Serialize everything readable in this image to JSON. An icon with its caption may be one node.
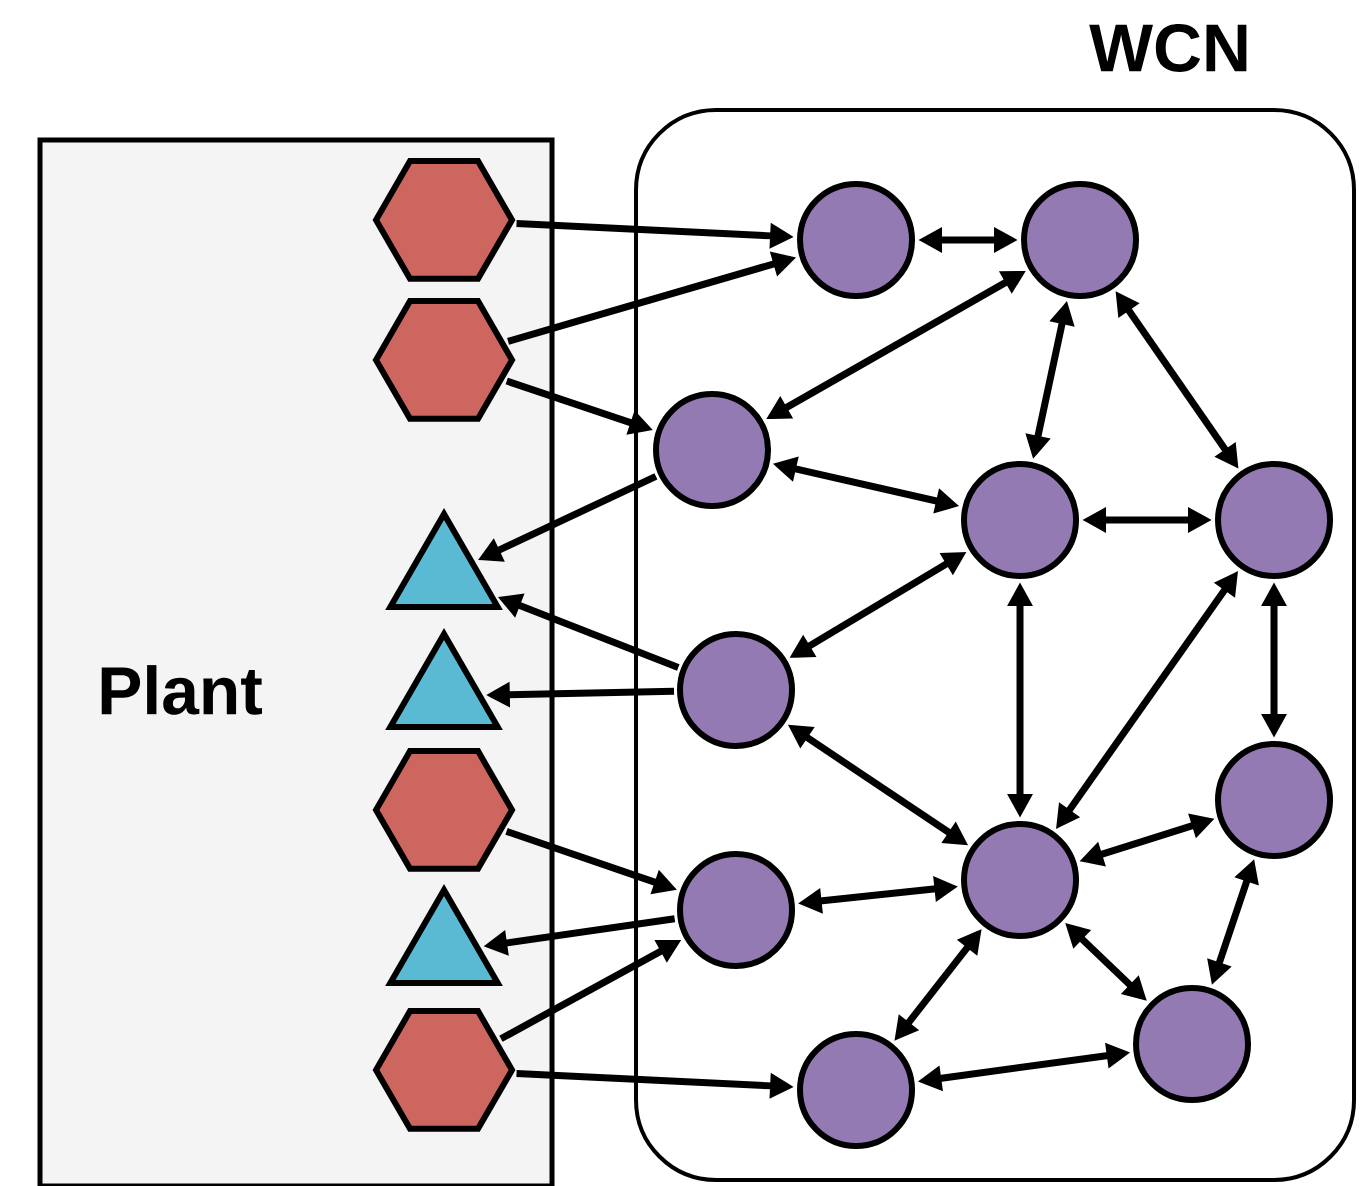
{
  "diagram": {
    "nodes": [
      {
        "text": [
          "Plant"
        ]
      },
      {
        "text": [
          "WCN"
        ]
      },
      {
        "text": [],
        "shape": "hexagon",
        "in": 0
      },
      {
        "text": [],
        "shape": "hexagon",
        "in": 0
      },
      {
        "text": [],
        "shape": "triangle",
        "in": 0
      },
      {
        "text": [],
        "shape": "triangle",
        "in": 0
      },
      {
        "text": [],
        "shape": "hexagon",
        "in": 0
      },
      {
        "text": [],
        "shape": "triangle",
        "in": 0
      },
      {
        "text": [],
        "shape": "hexagon",
        "in": 0
      },
      {
        "text": [],
        "shape": "circle",
        "in": 1
      },
      {
        "text": [],
        "shape": "circle",
        "in": 1
      },
      {
        "text": [],
        "shape": "circle",
        "in": 1
      },
      {
        "text": [],
        "shape": "circle",
        "in": 1
      },
      {
        "text": [],
        "shape": "circle",
        "in": 1
      },
      {
        "text": [],
        "shape": "circle",
        "in": 1
      },
      {
        "text": [],
        "shape": "circle",
        "in": 1
      },
      {
        "text": [],
        "shape": "circle",
        "in": 1
      },
      {
        "text": [],
        "shape": "circle",
        "in": 1
      },
      {
        "text": [],
        "shape": "circle",
        "in": 1
      },
      {
        "text": [],
        "shape": "circle",
        "in": 1
      }
    ],
    "edges": [
      {
        "from": 2,
        "to": 9,
        "arrow": "to"
      },
      {
        "from": 3,
        "to": 9,
        "arrow": "to"
      },
      {
        "from": 3,
        "to": 11,
        "arrow": "to"
      },
      {
        "from": 11,
        "to": 4,
        "arrow": "to"
      },
      {
        "from": 14,
        "to": 4,
        "arrow": "to"
      },
      {
        "from": 14,
        "to": 5,
        "arrow": "to"
      },
      {
        "from": 6,
        "to": 17,
        "arrow": "to"
      },
      {
        "from": 17,
        "to": 7,
        "arrow": "to"
      },
      {
        "from": 8,
        "to": 17,
        "arrow": "to"
      },
      {
        "from": 8,
        "to": 18,
        "arrow": "to"
      },
      {
        "from": 9,
        "to": 10,
        "arrow": "both"
      },
      {
        "from": 10,
        "to": 11,
        "arrow": "both"
      },
      {
        "from": 10,
        "to": 12,
        "arrow": "both"
      },
      {
        "from": 10,
        "to": 13,
        "arrow": "both"
      },
      {
        "from": 11,
        "to": 12,
        "arrow": "both"
      },
      {
        "from": 12,
        "to": 13,
        "arrow": "both"
      },
      {
        "from": 12,
        "to": 14,
        "arrow": "both"
      },
      {
        "from": 12,
        "to": 15,
        "arrow": "both"
      },
      {
        "from": 15,
        "to": 13,
        "arrow": "both"
      },
      {
        "from": 13,
        "to": 16,
        "arrow": "both"
      },
      {
        "from": 14,
        "to": 15,
        "arrow": "both"
      },
      {
        "from": 15,
        "to": 16,
        "arrow": "both"
      },
      {
        "from": 15,
        "to": 17,
        "arrow": "both"
      },
      {
        "from": 15,
        "to": 18,
        "arrow": "both"
      },
      {
        "from": 15,
        "to": 19,
        "arrow": "both"
      },
      {
        "from": 16,
        "to": 19,
        "arrow": "both"
      },
      {
        "from": 18,
        "to": 19,
        "arrow": "both"
      }
    ]
  }
}
